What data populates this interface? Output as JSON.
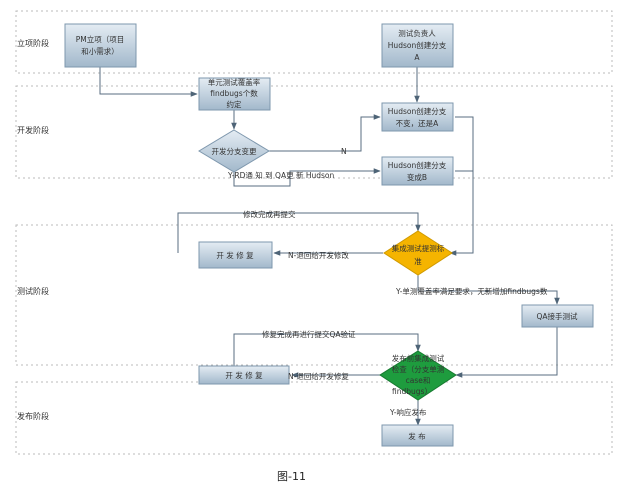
{
  "lanes": [
    {
      "id": "lane-initiation",
      "label": "立项阶段"
    },
    {
      "id": "lane-development",
      "label": "开发阶段"
    },
    {
      "id": "lane-testing",
      "label": "测试阶段"
    },
    {
      "id": "lane-release",
      "label": "发布阶段"
    }
  ],
  "nodes": {
    "pm_init": {
      "lines": [
        "PM立项（项目",
        "和小需求）"
      ],
      "type": "process"
    },
    "test_owner": {
      "lines": [
        "测试负责人",
        "Hudson创建分支",
        "A"
      ],
      "type": "process"
    },
    "unit_test": {
      "lines": [
        "单元测试覆盖率",
        "findbugs个数",
        "约定"
      ],
      "type": "process"
    },
    "hudson_keep_a": {
      "lines": [
        "Hudson创建分支",
        "不变，还是A"
      ],
      "type": "process"
    },
    "branch_change": {
      "lines": [
        "开发分支变更"
      ],
      "type": "decision"
    },
    "hudson_b": {
      "lines": [
        "Hudson创建分支",
        "变成B"
      ],
      "type": "process"
    },
    "dev_fix_1": {
      "lines": [
        "开 发 修 复"
      ],
      "type": "process"
    },
    "integration_check": {
      "lines": [
        "集成测试提测标",
        "准"
      ],
      "type": "decision",
      "color": "#f5b400"
    },
    "qa_test": {
      "lines": [
        "QA接手测试"
      ],
      "type": "process"
    },
    "dev_fix_2": {
      "lines": [
        "开 发 修 复"
      ],
      "type": "process"
    },
    "release_check": {
      "lines": [
        "发布前集成测试",
        "检查（分支单测",
        "case和",
        "findbugs）"
      ],
      "type": "decision",
      "color": "#1e9c3e"
    },
    "release": {
      "lines": [
        "发 布"
      ],
      "type": "process"
    }
  },
  "edges": {
    "n_label": "N",
    "y_rd_notify": "Y-RD通 知 到 QA更 新 Hudson",
    "resubmit": "修改完成再提交",
    "n_return_dev": "N-退回给开发修改",
    "y_unit_ok": "Y-单测覆盖率满足要求，无新增加findbugs数",
    "fix_verify": "修复完成再进行提交QA验证",
    "n_return_fix": "N-退回给开发修复",
    "y_release": "Y-响应发布"
  },
  "caption": "图-11",
  "colors": {
    "box_top": "#dde7f0",
    "box_bottom": "#9fb6ca",
    "box_border": "#7e97ad",
    "line": "#5a6e80",
    "lane_border": "#b8b8b8"
  }
}
